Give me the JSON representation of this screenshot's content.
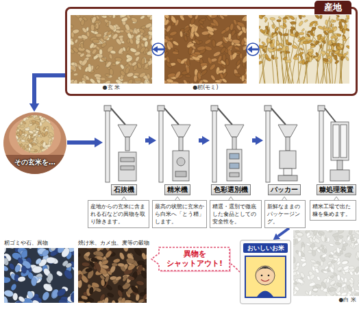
{
  "diagram": {
    "nodes": [
      {
        "text": [
          "産地"
        ]
      },
      {
        "text": [
          "●玄 米"
        ],
        "in": 0
      },
      {
        "text": [
          "●籾(モミ)"
        ],
        "in": 0
      },
      {
        "text": [
          "その玄米を…"
        ]
      },
      {
        "text": [
          "石抜機"
        ]
      },
      {
        "text": [
          "精米機"
        ]
      },
      {
        "text": [
          "色彩選別機"
        ]
      },
      {
        "text": [
          "パッカー"
        ]
      },
      {
        "text": [
          "糠処理装置"
        ]
      },
      {
        "text": [
          "産地からの玄米に含まれる石などの異物を取り除きます。"
        ]
      },
      {
        "text": [
          "最高の状態に玄米から白米へ「とう精」します。"
        ]
      },
      {
        "text": [
          "精選・選別で徹底した食品としての安全性を。"
        ]
      },
      {
        "text": [
          "新鮮なままのパッケージング。"
        ]
      },
      {
        "text": [
          "精米工場で出た糠を集めます。"
        ]
      },
      {
        "text": [
          "籾ゴミや石、異物"
        ]
      },
      {
        "text": [
          "焼け米、カメ虫、麦等の穀物"
        ]
      },
      {
        "text": [
          "異物を シャットアウト!"
        ]
      },
      {
        "text": [
          "おいしいお米"
        ]
      },
      {
        "text": [
          "●白 米"
        ]
      }
    ],
    "edges": [
      {
        "from": 2,
        "to": 1,
        "arrow": "to"
      },
      {
        "from": 0,
        "to": 3,
        "arrow": "to"
      },
      {
        "from": 3,
        "to": 4,
        "arrow": "to"
      },
      {
        "from": 4,
        "to": 5,
        "arrow": "to"
      },
      {
        "from": 5,
        "to": 6,
        "arrow": "to"
      },
      {
        "from": 6,
        "to": 7,
        "arrow": "to"
      },
      {
        "from": 12,
        "to": 17,
        "arrow": "to"
      },
      {
        "from": 17,
        "to": 16,
        "arrow": "none"
      }
    ]
  }
}
